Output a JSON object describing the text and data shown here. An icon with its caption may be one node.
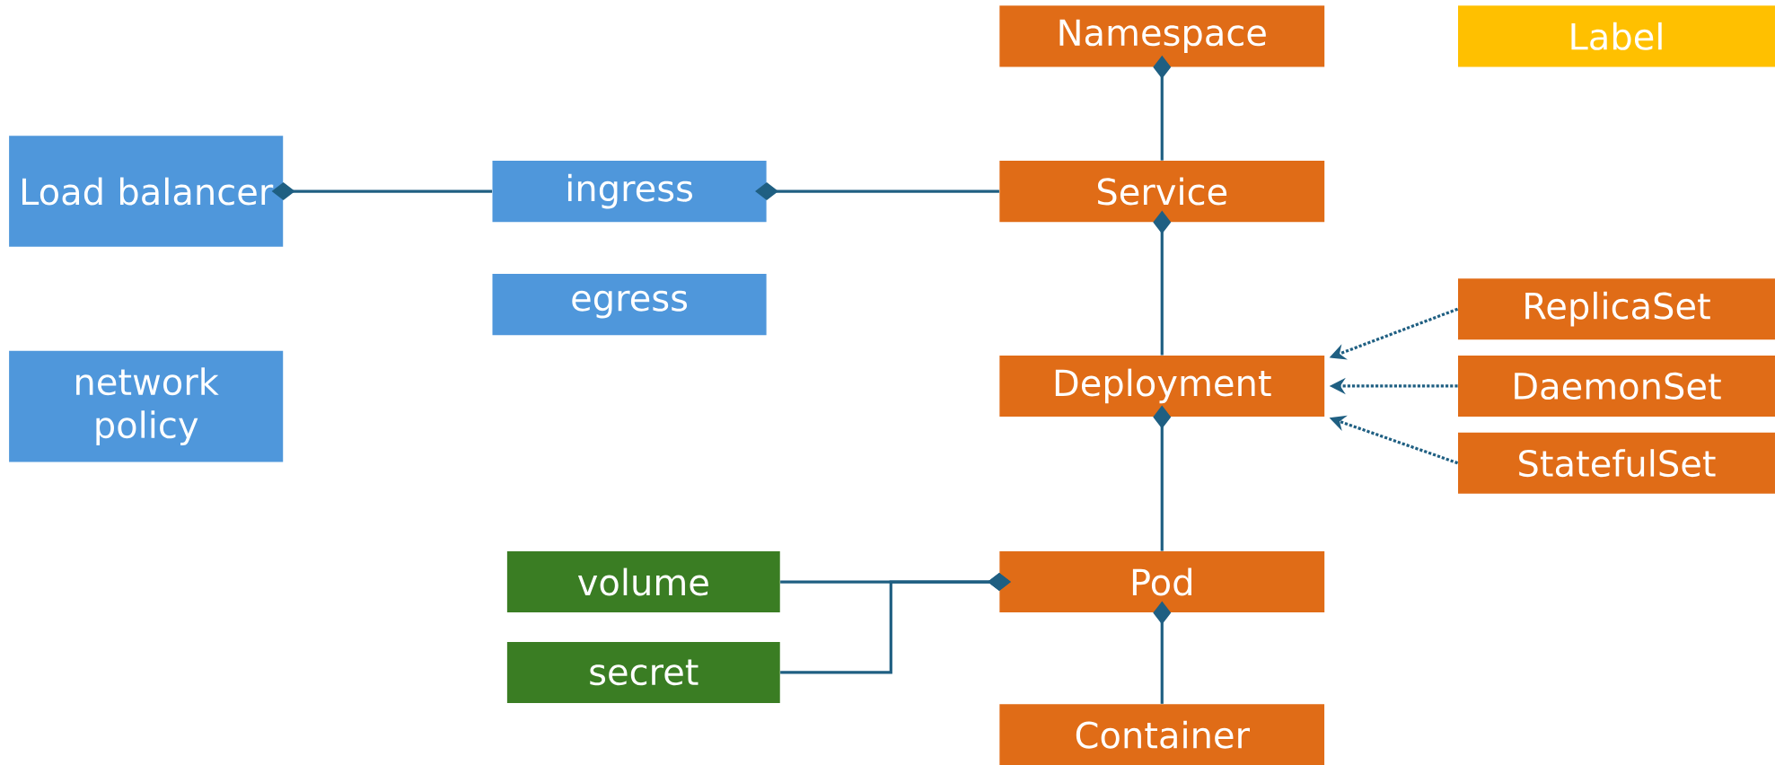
{
  "diagram": {
    "nodes": [
      {
        "text": [
          "Namespace"
        ]
      },
      {
        "text": [
          "Label"
        ]
      },
      {
        "text": [
          "Load balancer"
        ]
      },
      {
        "text": [
          "ingress"
        ]
      },
      {
        "text": [
          "Service"
        ]
      },
      {
        "text": [
          "egress"
        ]
      },
      {
        "text": [
          "network policy"
        ]
      },
      {
        "text": [
          "ReplicaSet"
        ]
      },
      {
        "text": [
          "Deployment"
        ]
      },
      {
        "text": [
          "DaemonSet"
        ]
      },
      {
        "text": [
          "StatefulSet"
        ]
      },
      {
        "text": [
          "volume"
        ]
      },
      {
        "text": [
          "Pod"
        ]
      },
      {
        "text": [
          "secret"
        ]
      },
      {
        "text": [
          "Container"
        ]
      }
    ],
    "edges": [
      {
        "from": 0,
        "to": 4,
        "arrow": "other"
      },
      {
        "from": 2,
        "to": 3,
        "arrow": "other"
      },
      {
        "from": 3,
        "to": 4,
        "arrow": "other"
      },
      {
        "from": 4,
        "to": 8,
        "arrow": "other"
      },
      {
        "from": 7,
        "to": 8,
        "arrow": "to",
        "style": "dashed"
      },
      {
        "from": 9,
        "to": 8,
        "arrow": "to",
        "style": "dashed"
      },
      {
        "from": 10,
        "to": 8,
        "arrow": "to",
        "style": "dashed"
      },
      {
        "from": 8,
        "to": 12,
        "arrow": "other"
      },
      {
        "from": 12,
        "to": 11,
        "arrow": "other"
      },
      {
        "from": 12,
        "to": 13,
        "arrow": "other"
      },
      {
        "from": 12,
        "to": 14,
        "arrow": "other"
      }
    ]
  }
}
